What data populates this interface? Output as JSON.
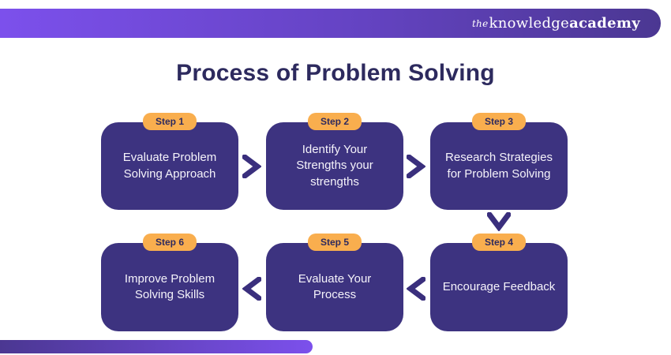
{
  "header": {
    "logo": {
      "the": "the",
      "knowledge": "knowledge",
      "academy": "academy"
    }
  },
  "title": "Process of Problem Solving",
  "steps": [
    {
      "badge": "Step 1",
      "text": "Evaluate Problem Solving Approach"
    },
    {
      "badge": "Step 2",
      "text": "Identify Your Strengths your strengths"
    },
    {
      "badge": "Step 3",
      "text": "Research Strategies for Problem Solving"
    },
    {
      "badge": "Step 4",
      "text": "Encourage Feedback"
    },
    {
      "badge": "Step 5",
      "text": "Evaluate Your Process"
    },
    {
      "badge": "Step 6",
      "text": "Improve Problem Solving Skills"
    }
  ],
  "colors": {
    "box_background": "#3D3380",
    "badge_background": "#F9AE4E",
    "badge_text": "#2E2A5E",
    "title_text": "#2D2A5E",
    "arrow": "#3A2F7D",
    "bar_gradient_light": "#7C50EC",
    "bar_gradient_dark": "#4B3792",
    "box_text": "#F5F3FA"
  }
}
